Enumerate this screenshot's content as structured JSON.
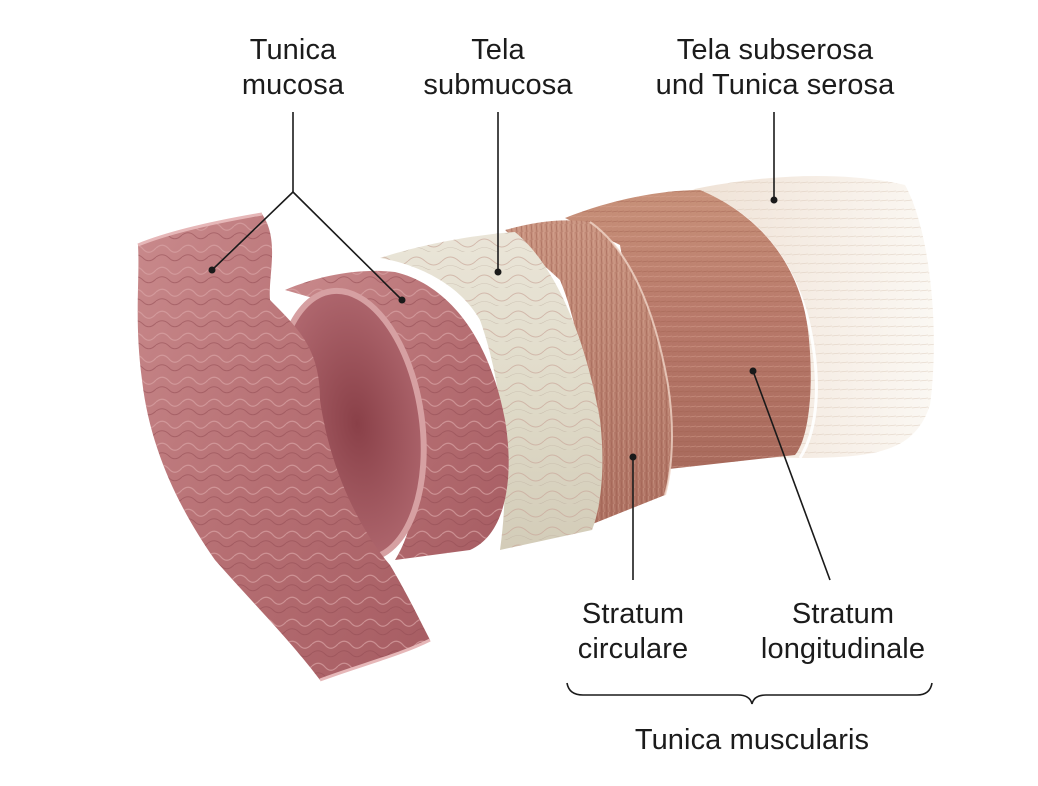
{
  "labels": {
    "tunica_mucosa": [
      "Tunica",
      "mucosa"
    ],
    "tela_submucosa": [
      "Tela",
      "submucosa"
    ],
    "tela_subserosa": [
      "Tela subserosa",
      "und Tunica serosa"
    ],
    "stratum_circulare": [
      "Stratum",
      "circulare"
    ],
    "stratum_longitudinale": [
      "Stratum",
      "longitudinale"
    ],
    "tunica_muscularis": "Tunica muscularis"
  }
}
